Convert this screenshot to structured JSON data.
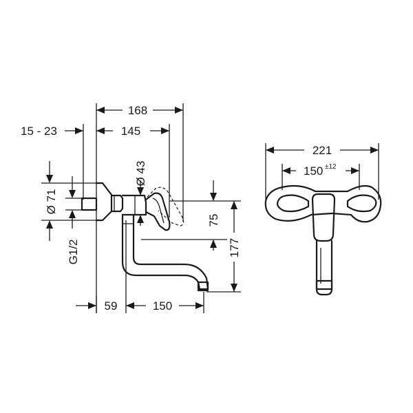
{
  "side_view": {
    "dim_depth_total": "168",
    "dim_depth_spout": "145",
    "dim_wall_range": "15 - 23",
    "dim_body_diameter": "Ø 43",
    "dim_rosette_diameter": "Ø 71",
    "dim_thread": "G1/2",
    "dim_handle_height": "75",
    "dim_spout_height": "177",
    "dim_wall_to_body": "59",
    "dim_spout_reach": "150"
  },
  "front_view": {
    "dim_overall_width": "221",
    "dim_centers": "150",
    "dim_centers_tolerance": "±12"
  }
}
